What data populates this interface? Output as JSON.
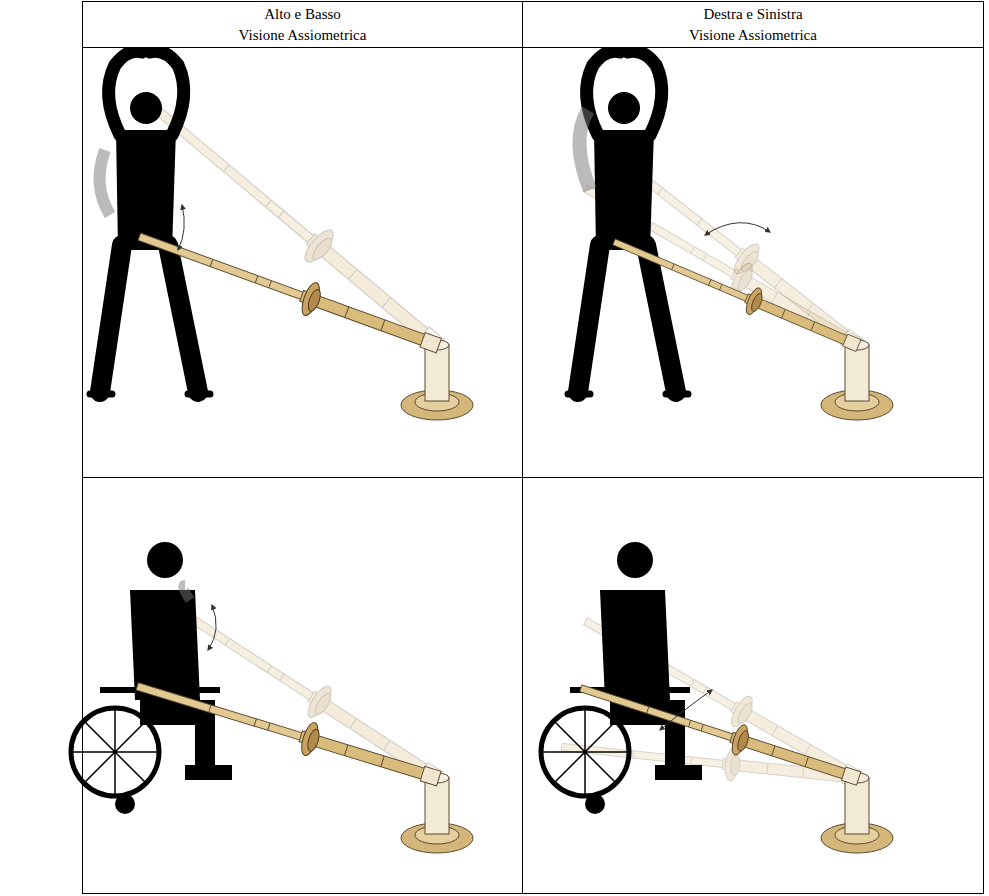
{
  "diagram": {
    "nodes": [
      {
        "text": [
          "Alto e Basso",
          "Visione Assiometrica"
        ]
      },
      {
        "text": [
          "Destra e Sinistra",
          "Visione Assiometrica"
        ]
      }
    ]
  }
}
